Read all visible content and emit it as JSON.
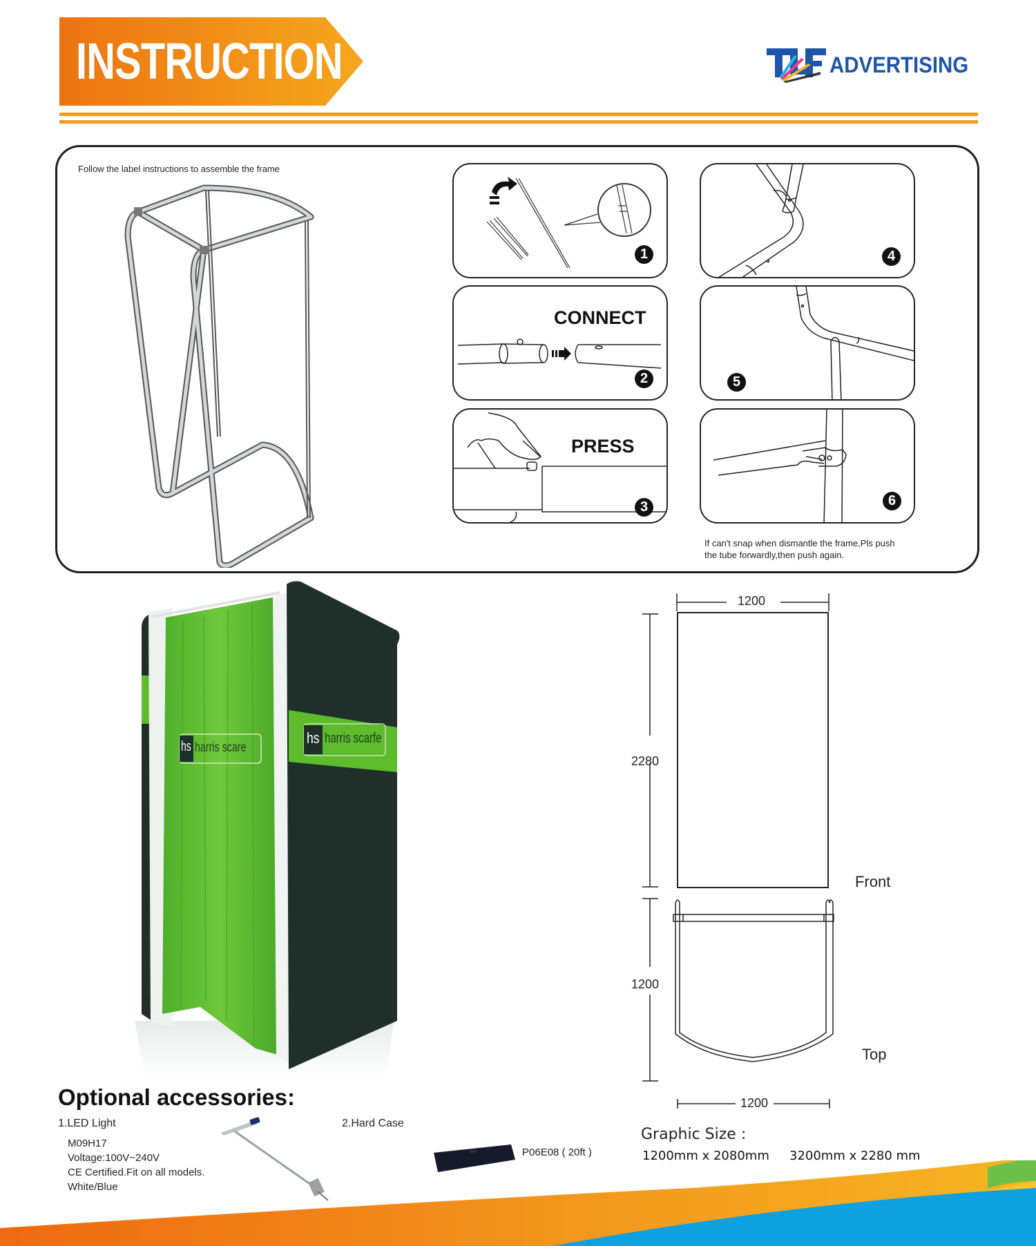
{
  "header": {
    "banner_title": "INSTRUCTION",
    "banner_colors": {
      "start": "#ee7a0e",
      "end": "#f5a623"
    },
    "logo": {
      "mark": "TLF",
      "text": "ADVERTISING",
      "color": "#1e55a8"
    },
    "rule_color": "#f29a1d"
  },
  "assembly": {
    "intro": "Follow the label instructions to assemble the frame",
    "steps": [
      {
        "number": "1",
        "word": ""
      },
      {
        "number": "2",
        "word": "CONNECT"
      },
      {
        "number": "3",
        "word": "PRESS"
      },
      {
        "number": "4",
        "word": ""
      },
      {
        "number": "5",
        "word": ""
      },
      {
        "number": "6",
        "word": ""
      }
    ],
    "note_line1": "If can't snap when dismantle the frame,Pls push",
    "note_line2": "the tube forwardly,then push again."
  },
  "product_photo": {
    "brand_mark": "hs",
    "brand_name_side": "harris scarfe",
    "brand_name_curtain": "harris scare",
    "colors": {
      "green": "#5dbb2c",
      "dark": "#1f2f2a"
    }
  },
  "dimensions": {
    "front": {
      "width": "1200",
      "height": "2280",
      "label": "Front"
    },
    "top": {
      "depth": "1200",
      "width": "1200",
      "label": "Top"
    }
  },
  "graphic_size": {
    "title": "Graphic Size :",
    "size1": "1200mm x 2080mm",
    "size2": "3200mm x 2280 mm"
  },
  "accessories": {
    "title": "Optional accessories:",
    "items": [
      {
        "label": "1.LED Light",
        "specs": [
          "M09H17",
          "Voltage:100V~240V",
          "CE Certified.Fit on all models.",
          "White/Blue"
        ]
      },
      {
        "label": "2.Hard Case",
        "code": "P06E08 ( 20ft )"
      }
    ]
  }
}
